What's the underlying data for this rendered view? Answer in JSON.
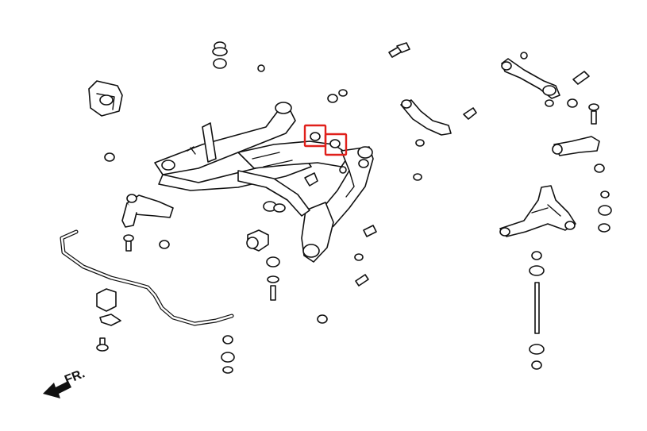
{
  "direction_label": "FR.",
  "highlight_color": "#e0201b",
  "line_color": "#111111",
  "background_color": "#ffffff",
  "highlighted_parts": [
    "subframe-bushing-left",
    "subframe-bushing-right"
  ]
}
